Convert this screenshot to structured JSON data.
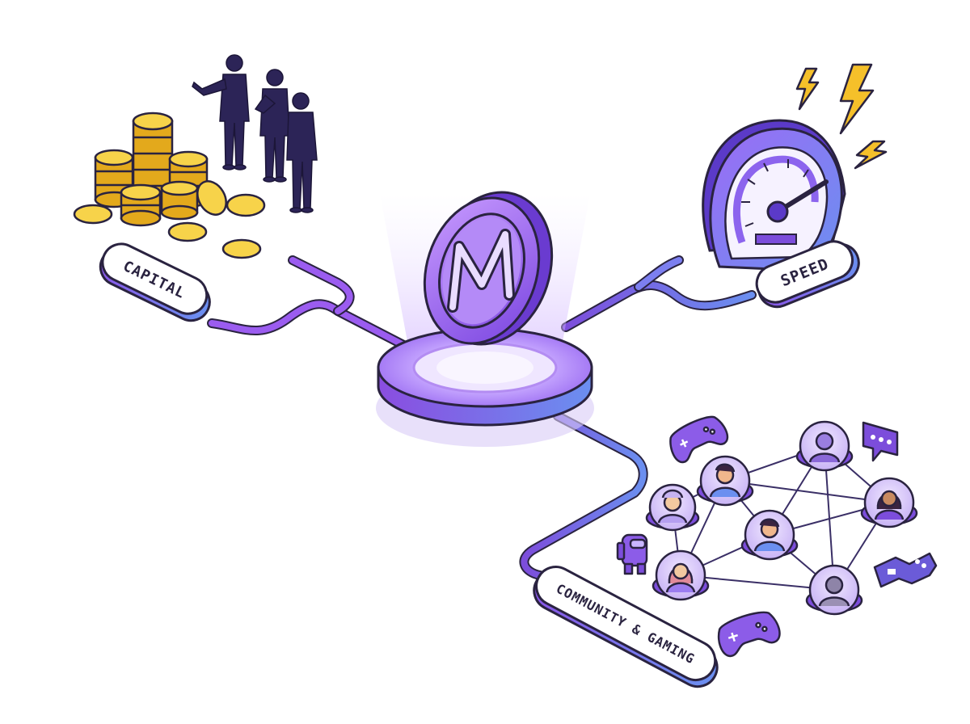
{
  "diagram": {
    "hub": {
      "logo_letter": "M",
      "icon": "m-coin-logo-icon"
    },
    "nodes": [
      {
        "id": "capital",
        "label": "CAPITAL",
        "icon": "coins-and-investors-icon"
      },
      {
        "id": "speed",
        "label": "SPEED",
        "icon": "speedometer-icon"
      },
      {
        "id": "community",
        "label": "COMMUNITY & GAMING",
        "icon": "community-network-icon"
      }
    ]
  },
  "colors": {
    "primary_purple": "#7c4ddb",
    "light_purple": "#b89cf5",
    "blue": "#6b8ff0",
    "gold": "#f2c230",
    "lightning": "#f5c02a",
    "ink": "#2a2340",
    "suit": "#2c2457"
  }
}
